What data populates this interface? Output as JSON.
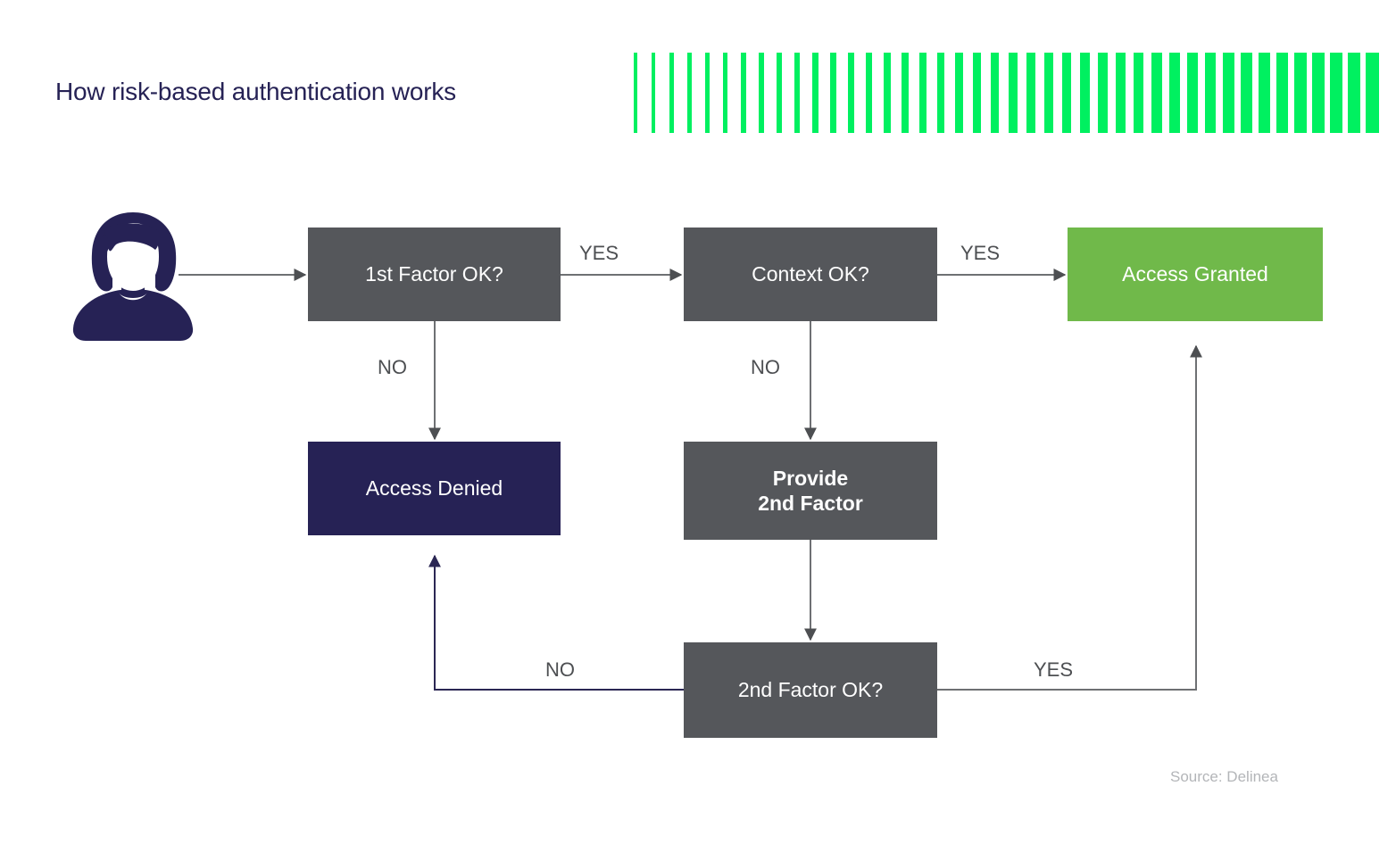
{
  "page": {
    "title": "How risk-based authentication works",
    "source_note": "Source: Delinea",
    "background": "#ffffff"
  },
  "colors": {
    "title_navy": "#262255",
    "barcode_green": "#00f060",
    "node_gray": "#55575b",
    "node_green": "#70b94a",
    "node_navy": "#262255",
    "edge_gray": "#6e7073",
    "edge_navy": "#2b2754",
    "label_gray": "#4d4f52",
    "source_gray": "#b3b5b8"
  },
  "decorations": {
    "barcode_icon_name": "barcode-stripes",
    "avatar_icon_name": "user-avatar-icon"
  },
  "nodes": [
    {
      "id": "first-factor",
      "label": "1st Factor OK?",
      "style": "gray"
    },
    {
      "id": "context",
      "label": "Context OK?",
      "style": "gray"
    },
    {
      "id": "access-granted",
      "label": "Access Granted",
      "style": "green"
    },
    {
      "id": "access-denied",
      "label": "Access Denied",
      "style": "navy"
    },
    {
      "id": "provide-2nd",
      "label_line1": "Provide",
      "label_line2": "2nd Factor",
      "style": "gray"
    },
    {
      "id": "second-factor",
      "label": "2nd Factor OK?",
      "style": "gray"
    }
  ],
  "edges": [
    {
      "id": "user-to-first",
      "label": ""
    },
    {
      "id": "first-to-context",
      "label": "YES"
    },
    {
      "id": "context-to-granted",
      "label": "YES"
    },
    {
      "id": "first-to-denied",
      "label": "NO"
    },
    {
      "id": "context-to-provide",
      "label": "NO"
    },
    {
      "id": "provide-to-second",
      "label": ""
    },
    {
      "id": "second-to-denied",
      "label": "NO"
    },
    {
      "id": "second-to-granted",
      "label": "YES"
    }
  ]
}
